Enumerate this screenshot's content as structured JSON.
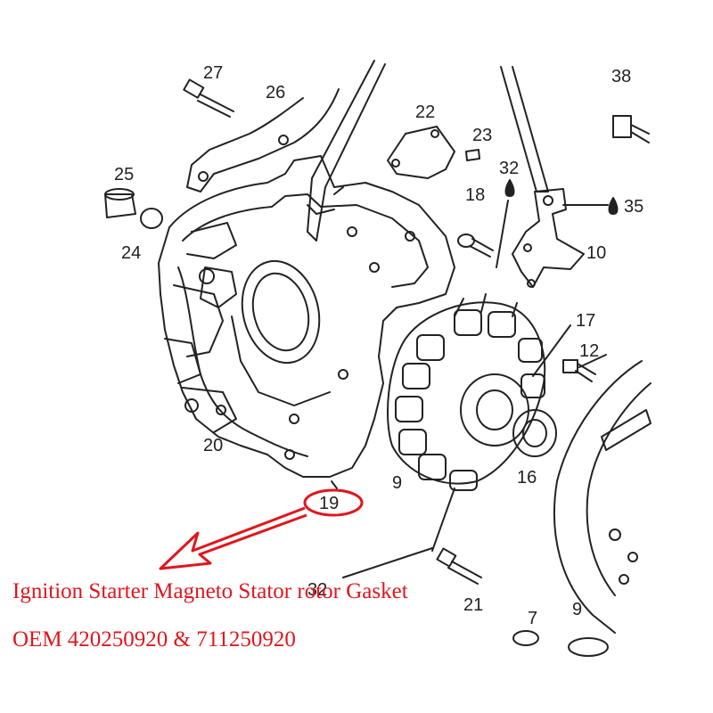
{
  "diagram": {
    "part_numbers": {
      "p27": "27",
      "p26": "26",
      "p22": "22",
      "p23": "23",
      "p38": "38",
      "p25": "25",
      "p24": "24",
      "p32a": "32",
      "p18": "18",
      "p35": "35",
      "p10": "10",
      "p17": "17",
      "p12": "12",
      "p20": "20",
      "p16": "16",
      "p9a": "9",
      "p19": "19",
      "p32b": "32",
      "p21": "21",
      "p7": "7",
      "p9b": "9"
    },
    "highlight_part": "19"
  },
  "caption": {
    "line1": "Ignition Starter Magneto Stator rotor Gasket",
    "line2": "OEM 420250920 & 711250920"
  },
  "colors": {
    "line_art": "#222222",
    "accent": "#e0161c"
  }
}
